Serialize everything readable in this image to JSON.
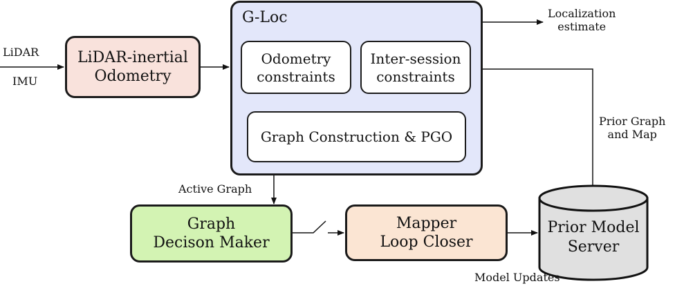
{
  "inputs": {
    "lidar": "LiDAR",
    "imu": "IMU"
  },
  "lio": {
    "line1": "LiDAR-inertial",
    "line2": "Odometry",
    "fill": "#f9e2dc"
  },
  "gloc": {
    "title": "G-Loc",
    "fill": "#e3e7fa",
    "odometry": {
      "line1": "Odometry",
      "line2": "constraints"
    },
    "intersession": {
      "line1": "Inter-session",
      "line2": "constraints"
    },
    "graph": "Graph Construction & PGO"
  },
  "outputs": {
    "loc_line1": "Localization",
    "loc_line2": "estimate"
  },
  "prior_link": {
    "line1": "Prior Graph",
    "line2": "and Map"
  },
  "active_graph": "Active Graph",
  "decision": {
    "line1": "Graph",
    "line2": "Decison Maker",
    "fill": "#d3f3b3"
  },
  "mapper": {
    "line1": "Mapper",
    "line2": "Loop Closer",
    "fill": "#fbe5d3"
  },
  "server": {
    "line1": "Prior Model",
    "line2": "Server",
    "fill": "#e0e0e0"
  },
  "model_updates": "Model Updates"
}
